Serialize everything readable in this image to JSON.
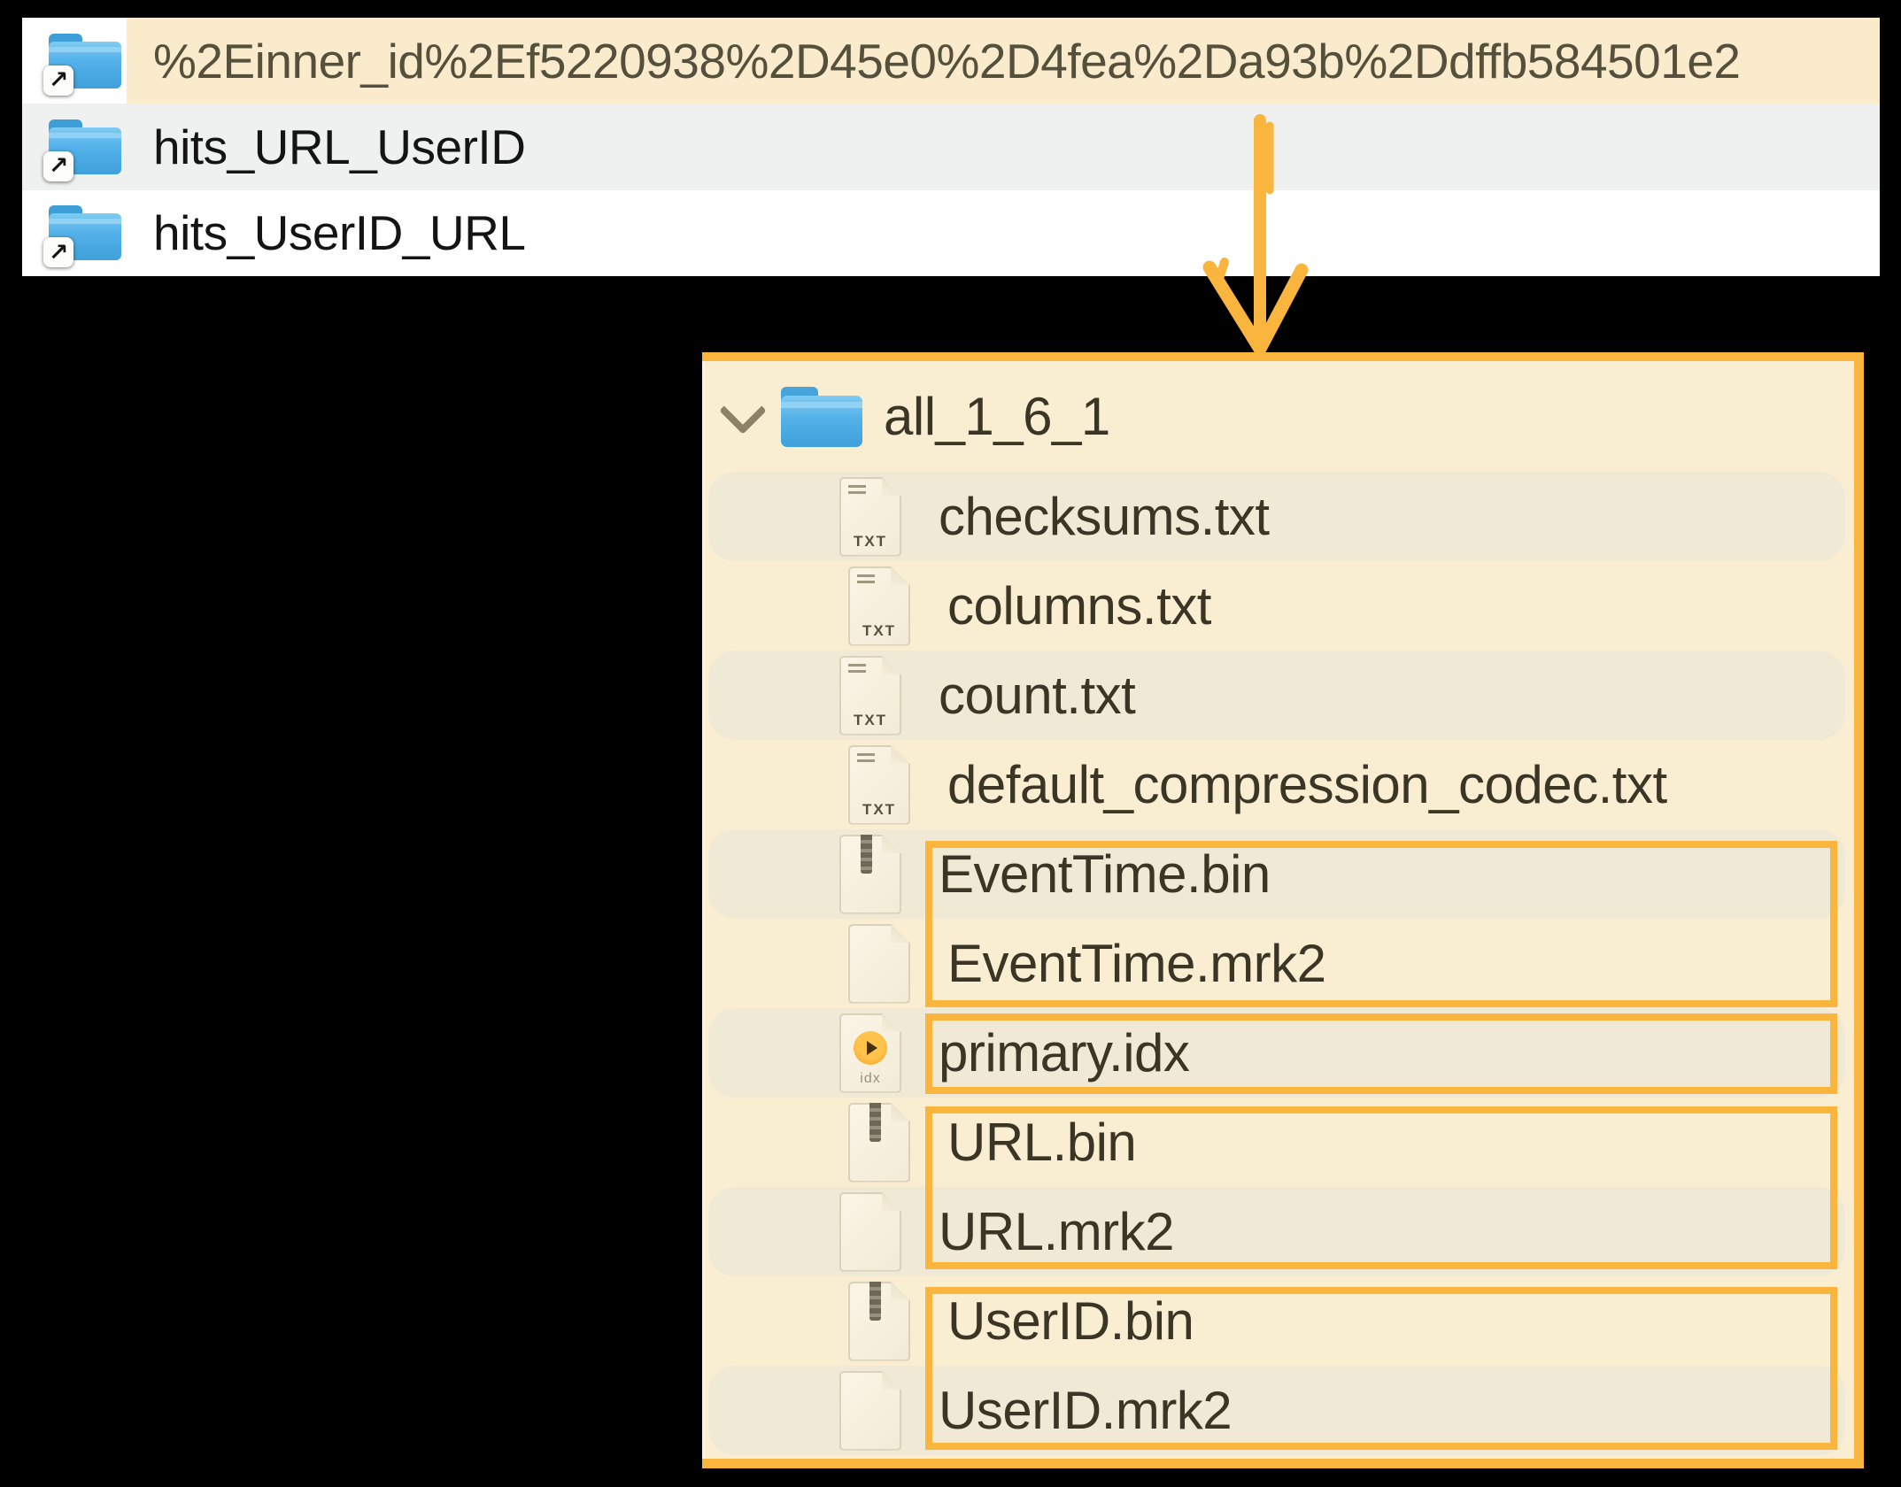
{
  "finder_list": {
    "rows": [
      {
        "name": "%2Einner_id%2Ef5220938%2D45e0%2D4fea%2Da93b%2Ddffb584501e2",
        "highlighted": true
      },
      {
        "name": "hits_URL_UserID",
        "highlighted": false
      },
      {
        "name": "hits_UserID_URL",
        "highlighted": false
      }
    ]
  },
  "part_tree": {
    "root_folder": "all_1_6_1",
    "files": [
      "checksums.txt",
      "columns.txt",
      "count.txt",
      "default_compression_codec.txt",
      "EventTime.bin",
      "EventTime.mrk2",
      "primary.idx",
      "URL.bin",
      "URL.mrk2",
      "UserID.bin",
      "UserID.mrk2"
    ]
  },
  "icon_labels": {
    "txt": "TXT",
    "idx": "idx"
  },
  "colors": {
    "background": "#000000",
    "annotation_orange": "#FAB53F",
    "selected_row_highlight": "#FAEBCD",
    "finder_alt_row": "#EEF1EF",
    "tree_panel_bg": "#FAEED2",
    "tree_alt_row": "#F0E9D6",
    "folder_blue": "#4FAEE6"
  }
}
